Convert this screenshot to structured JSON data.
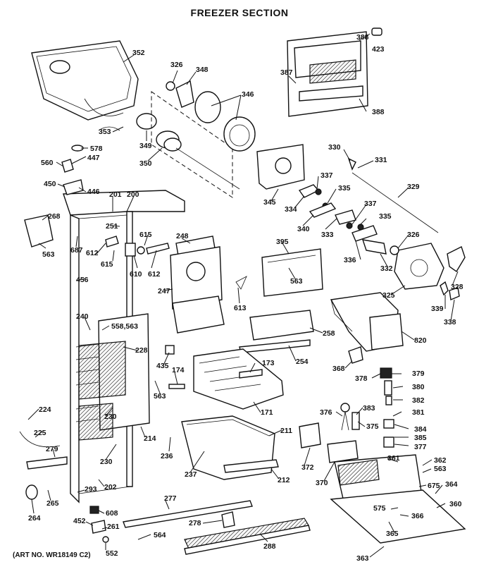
{
  "title": "FREEZER SECTION",
  "art_number": "(ART NO. WR18149 C2)",
  "callouts": [
    "352",
    "326",
    "348",
    "346",
    "388",
    "423",
    "387",
    "388",
    "353",
    "349",
    "350",
    "578",
    "447",
    "560",
    "450",
    "446",
    "330",
    "331",
    "329",
    "345",
    "337",
    "334",
    "335",
    "340",
    "333",
    "337",
    "335",
    "201",
    "200",
    "268",
    "563",
    "687",
    "251",
    "612",
    "615",
    "615",
    "610",
    "612",
    "248",
    "395",
    "563",
    "336",
    "332",
    "326",
    "325",
    "328",
    "339",
    "338",
    "456",
    "247",
    "613",
    "240",
    "558,563",
    "228",
    "258",
    "820",
    "254",
    "435",
    "174",
    "173",
    "368",
    "378",
    "379",
    "380",
    "382",
    "381",
    "563",
    "171",
    "224",
    "376",
    "383",
    "375",
    "384",
    "385",
    "377",
    "225",
    "279",
    "230",
    "214",
    "211",
    "236",
    "230",
    "372",
    "361",
    "362",
    "563",
    "237",
    "212",
    "370",
    "675",
    "364",
    "202",
    "293",
    "265",
    "264",
    "277",
    "608",
    "452",
    "261",
    "564",
    "278",
    "575",
    "366",
    "360",
    "288",
    "552",
    "365",
    "363"
  ]
}
